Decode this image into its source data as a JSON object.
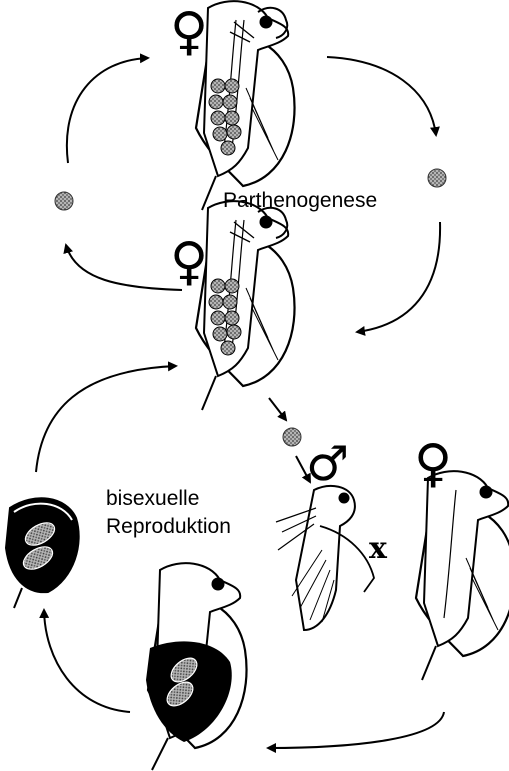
{
  "labels": {
    "parthenogenesis": "Parthenogenese",
    "sexual_line1": "bisexuelle",
    "sexual_line2": "Reproduktion",
    "cross": "x"
  },
  "symbols": {
    "female": "♀",
    "male": "♂"
  },
  "colors": {
    "ink": "#000000",
    "egg_fill": "#8a8a8a",
    "background": "#ffffff"
  },
  "icons": [
    "daphnia-female-icon",
    "daphnia-male-icon",
    "ephippium-icon",
    "egg-icon",
    "arrow-icon"
  ]
}
